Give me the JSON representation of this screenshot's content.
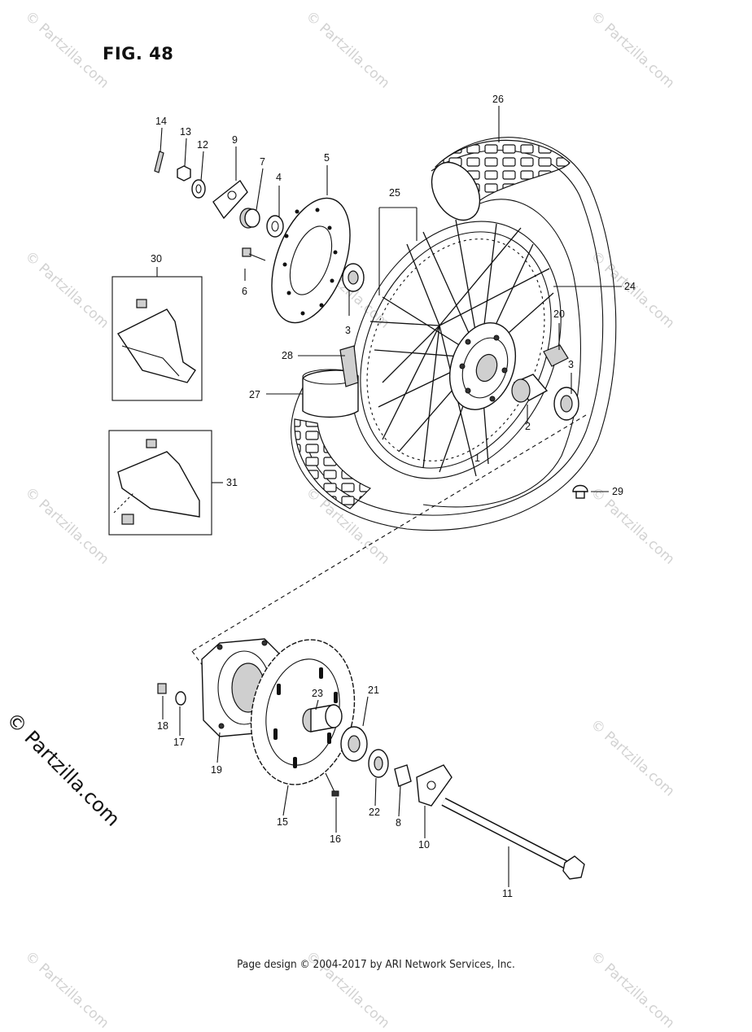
{
  "figure": {
    "title": "FIG. 48"
  },
  "footer": {
    "text": "Page design © 2004-2017 by ARI Network Services, Inc."
  },
  "watermark": {
    "text": "© Partzilla.com"
  },
  "brand": {
    "text": "© Partzilla.com"
  },
  "callouts": [
    "1",
    "2",
    "3",
    "3",
    "4",
    "5",
    "6",
    "7",
    "8",
    "9",
    "10",
    "11",
    "12",
    "13",
    "14",
    "15",
    "16",
    "17",
    "18",
    "19",
    "20",
    "21",
    "22",
    "23",
    "24",
    "25",
    "26",
    "27",
    "28",
    "29",
    "30",
    "31"
  ]
}
